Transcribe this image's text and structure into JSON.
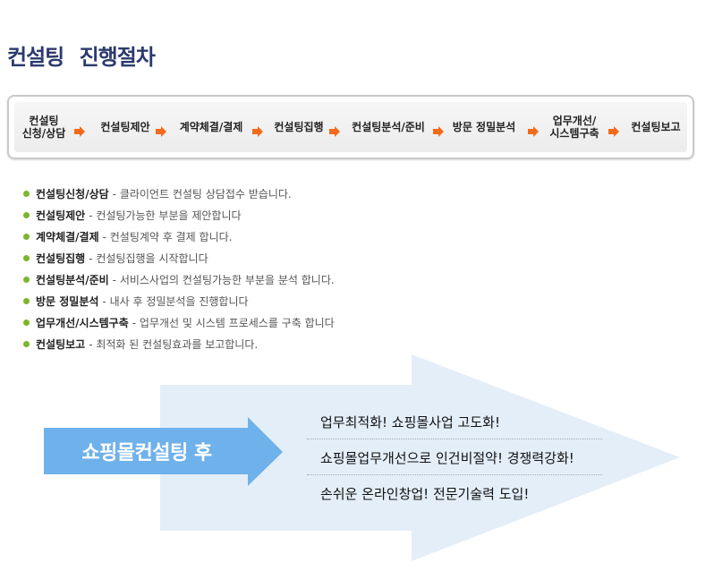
{
  "page": {
    "title": "컨설팅  진행절차"
  },
  "process": {
    "steps": [
      "컨설팅\n신청/상담",
      "컨설팅제안",
      "계약체결/결제",
      "컨설팅집행",
      "컨설팅분석/준비",
      "방문 정밀분석",
      "업무개선/\n시스템구축",
      "컨설팅보고"
    ],
    "arrow_color": "#f26a1b"
  },
  "descriptions": [
    {
      "term": "컨설팅신청/상담",
      "text": "- 클라이언트 컨설팅 상담접수 받습니다."
    },
    {
      "term": "컨설팅제안",
      "text": "- 컨설팅가능한 부분을 제안합니다"
    },
    {
      "term": "계약체결/결제",
      "text": "- 컨설팅계약 후 결제 합니다."
    },
    {
      "term": "컨설팅집행",
      "text": "- 컨설팅집행을 시작합니다"
    },
    {
      "term": "컨설팅분석/준비",
      "text": "- 서비스사업의 컨설팅가능한 부분을 분석 합니다."
    },
    {
      "term": "방문 정밀분석",
      "text": "- 내사 후 정밀분석을 진행합니다"
    },
    {
      "term": "업무개선/시스템구축",
      "text": "- 업무개선 및 시스템 프로세스를 구축 합니다"
    },
    {
      "term": "컨설팅보고",
      "text": "- 최적화 된 컨설팅효과를 보고합니다."
    }
  ],
  "after": {
    "label": "쇼핑몰컨설팅 후",
    "benefits": [
      "업무최적화! 쇼핑몰사업 고도화!",
      "쇼핑몰업무개선으로 인건비절약! 경쟁력강화!",
      "손쉬운 온라인창업! 전문기술력 도입!"
    ]
  },
  "colors": {
    "title": "#2c3a6e",
    "bullet": "#7db52c",
    "big_arrow": "#e3eef9",
    "after_arrow": "#6fb1ea"
  }
}
